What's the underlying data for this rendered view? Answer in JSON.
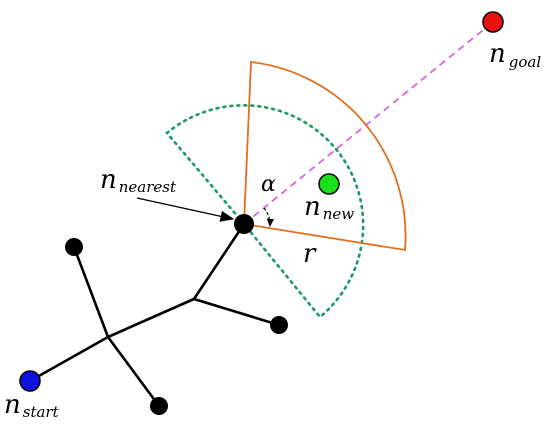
{
  "labels": {
    "goal_main": "n",
    "goal_sub": "goal",
    "nearest_main": "n",
    "nearest_sub": "nearest",
    "new_main": "n",
    "new_sub": "new",
    "start_main": "n",
    "start_sub": "start",
    "alpha": "α",
    "radius": "r"
  },
  "colors": {
    "goal_node": "#e81010",
    "new_node": "#19e019",
    "start_node": "#1010e0",
    "tree_node": "#000000",
    "sector": "#e07020",
    "search_region": "#1a9a60",
    "goal_line": "#e050e0"
  }
}
